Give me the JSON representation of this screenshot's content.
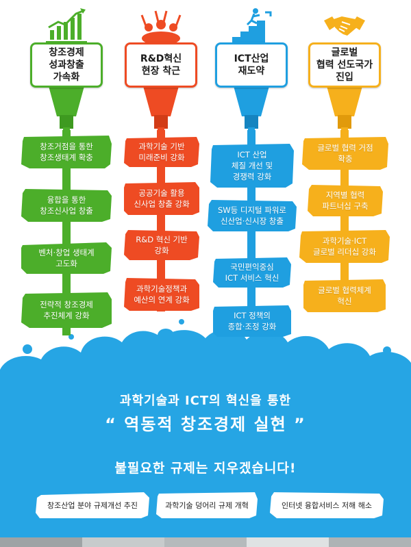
{
  "colors": {
    "green": "#4cae2a",
    "red": "#ee4b23",
    "blue": "#1f9fe0",
    "yellow": "#f6b01c",
    "cloud": "#26a5e4",
    "stripe": "#d7d9d8"
  },
  "columns": [
    {
      "icon": "growth-chart-people-icon",
      "header": "창조경제\n성과창출\n가속화",
      "items": [
        "창조거점을 통한\n창조생태계 확충",
        "융합을 통한\n창조신사업 창출",
        "벤처·창업 생태계\n고도화",
        "전략적 창조경제\n추진체계 강화"
      ]
    },
    {
      "icon": "crowd-cheering-icon",
      "header": "R&D혁신\n현장 착근",
      "items": [
        "과학기술 기반\n미래준비 강화",
        "공공기술 활용\n신사업 창출 강화",
        "R&D 혁신 기반\n강화",
        "과학기술정책과\n예산의 연계 강화"
      ]
    },
    {
      "icon": "stair-climber-icon",
      "header": "ICT산업\n재도약",
      "items": [
        "ICT 산업\n체질 개선 및\n경쟁력 강화",
        "SW등 디지털 파워로\n신산업·신시장 창출",
        "국민편익중심\nICT 서비스 혁신",
        "ICT 정책의\n종합·조정 강화"
      ]
    },
    {
      "icon": "handshake-icon",
      "header": "글로벌\n협력 선도국가\n진입",
      "items": [
        "글로벌 협력 거점\n확충",
        "지역별 협력\n파트너십 구축",
        "과학기술·ICT\n글로벌 리더십 강화",
        "글로벌 협력체계\n혁신"
      ]
    }
  ],
  "slogan": {
    "line1": "과학기술과 ICT의 혁신을 통한",
    "line2": "“ 역동적 창조경제 실현 ”",
    "line3": "불필요한 규제는 지우겠습니다!"
  },
  "banners": [
    "창조산업 분야 규제개선 추진",
    "과학기술 덩어리 규제 개혁",
    "인터넷 융합서비스 저해 해소"
  ]
}
